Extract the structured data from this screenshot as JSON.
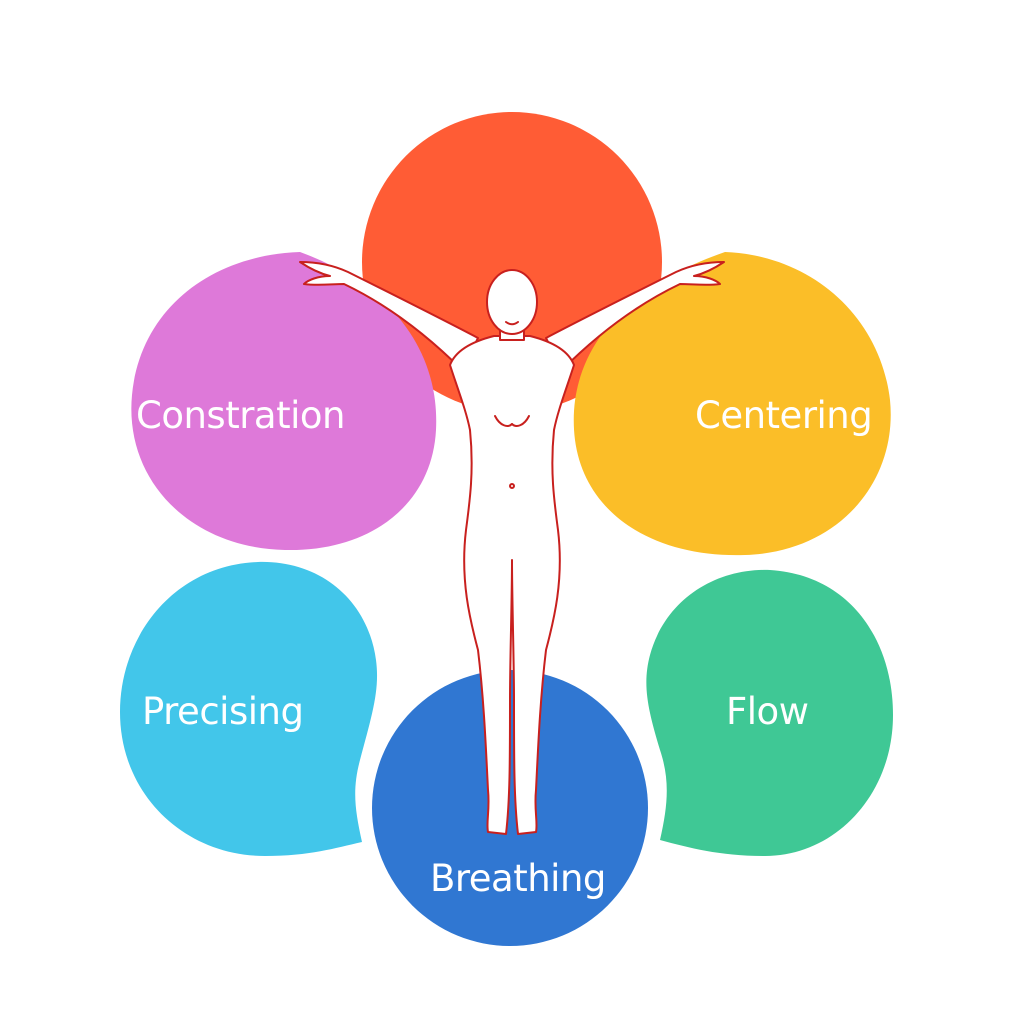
{
  "diagram": {
    "petals": [
      {
        "id": "top",
        "label": "",
        "color": "#FF5C35"
      },
      {
        "id": "left-upper",
        "label": "Constration",
        "color": "#DE79D9"
      },
      {
        "id": "right-upper",
        "label": "Centering",
        "color": "#FBBE28"
      },
      {
        "id": "left-lower",
        "label": "Precising",
        "color": "#42C6EA"
      },
      {
        "id": "right-lower",
        "label": "Flow",
        "color": "#3FC895"
      },
      {
        "id": "bottom",
        "label": "Breathing",
        "color": "#3077D2"
      }
    ],
    "figure": {
      "icon": "human-figure-icon",
      "outline_color": "#C8201E"
    }
  }
}
